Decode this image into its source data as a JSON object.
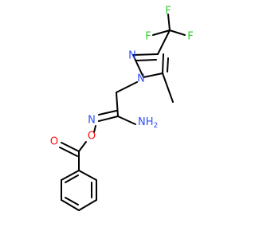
{
  "atoms": {
    "F1": {
      "symbol": "F"
    },
    "F2": {
      "symbol": "F"
    },
    "F3": {
      "symbol": "F"
    },
    "N_ring_top": {
      "symbol": "N"
    },
    "N_ring_sub": {
      "symbol": "N"
    },
    "N_imine": {
      "symbol": "N"
    },
    "O_ester": {
      "symbol": "O"
    },
    "O_carbonyl": {
      "symbol": "O"
    },
    "NH2_main": {
      "symbol": "NH"
    },
    "NH2_sub": {
      "symbol": "2"
    }
  },
  "colors": {
    "bond": "#000000",
    "fluorine": "#33cc33",
    "nitrogen": "#3050f8",
    "oxygen": "#ff0d0d"
  },
  "groups": {
    "trifluoromethyl": "CF3",
    "methyl": "CH3",
    "benzoyl": "C6H5CO"
  }
}
